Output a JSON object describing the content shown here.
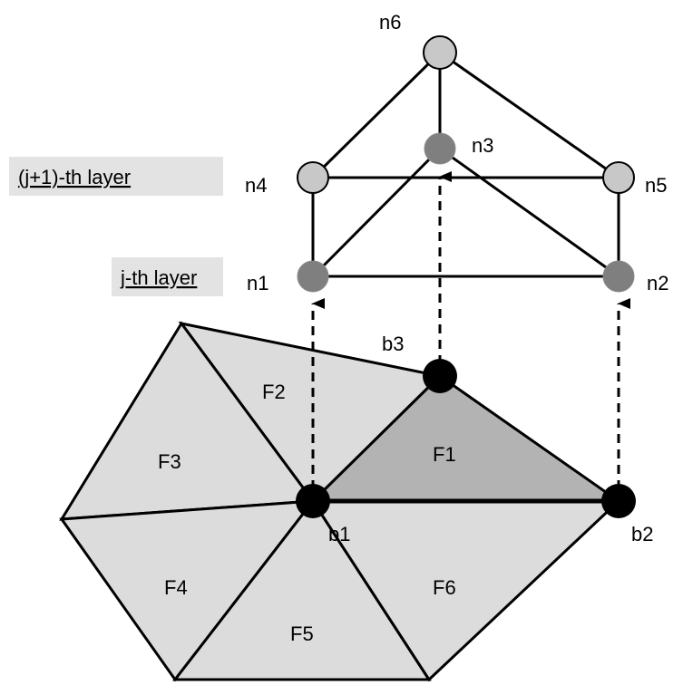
{
  "layers": {
    "upper_label": "(j+1)-th layer",
    "lower_label": "j-th layer"
  },
  "nodes": {
    "n1": "n1",
    "n2": "n2",
    "n3": "n3",
    "n4": "n4",
    "n5": "n5",
    "n6": "n6"
  },
  "base_nodes": {
    "b1": "b1",
    "b2": "b2",
    "b3": "b3"
  },
  "faces": {
    "F1": "F1",
    "F2": "F2",
    "F3": "F3",
    "F4": "F4",
    "F5": "F5",
    "F6": "F6"
  },
  "colors": {
    "light_face": "#dcdcdc",
    "highlight_face": "#b3b3b3",
    "lower_node": "#7f7f7f",
    "upper_node": "#c8c8c8",
    "base_node": "#000000",
    "label_background": "#e3e3e3"
  }
}
